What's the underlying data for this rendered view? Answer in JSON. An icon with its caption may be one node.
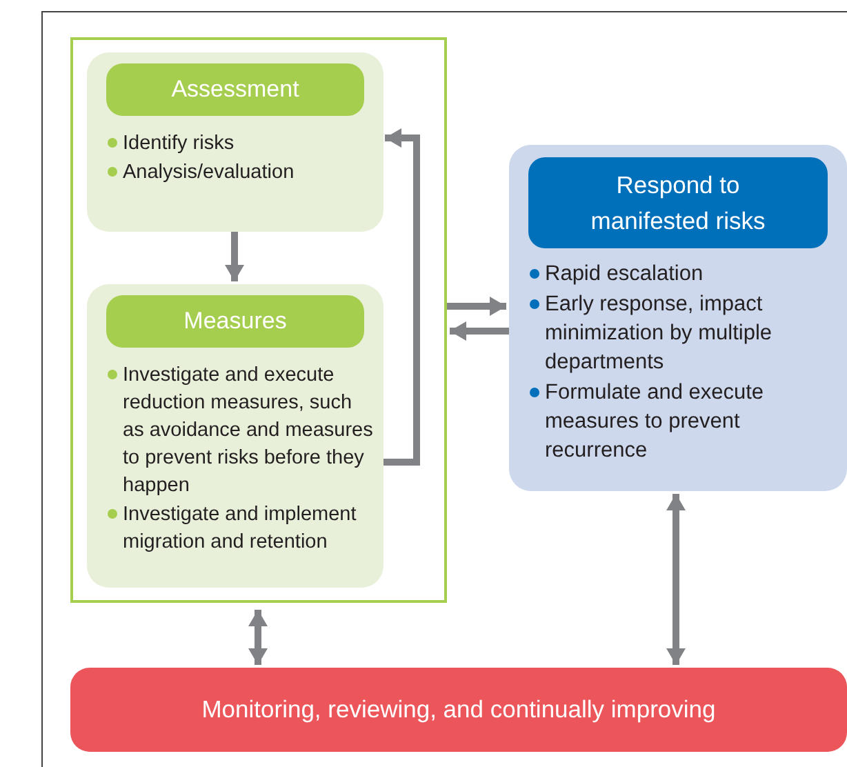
{
  "diagram": {
    "nodes": [
      {
        "text": [],
        "shape": "box"
      },
      {
        "text": [
          "Assessment",
          "Identify risks",
          "Analysis/evaluation"
        ],
        "in": 0
      },
      {
        "text": [
          "Measures",
          "Investigate and execute reduction measures, such as avoidance and measures to prevent risks before they happen",
          "Investigate and implement migration and retention"
        ],
        "in": 0
      },
      {
        "text": [
          "Respond to manifested risks",
          "Rapid escalation",
          "Early response, impact minimization by multiple departments",
          "Formulate and execute measures to prevent recurrence"
        ]
      },
      {
        "text": [
          "Monitoring, reviewing, and continually improving"
        ]
      }
    ],
    "edges": [
      {
        "from": 1,
        "to": 2,
        "arrow": "to"
      },
      {
        "from": 2,
        "to": 1,
        "arrow": "to"
      },
      {
        "from": 0,
        "to": 3,
        "arrow": "to"
      },
      {
        "from": 3,
        "to": 0,
        "arrow": "to"
      },
      {
        "from": 0,
        "to": 4,
        "arrow": "both"
      },
      {
        "from": 3,
        "to": 4,
        "arrow": "both"
      }
    ]
  }
}
